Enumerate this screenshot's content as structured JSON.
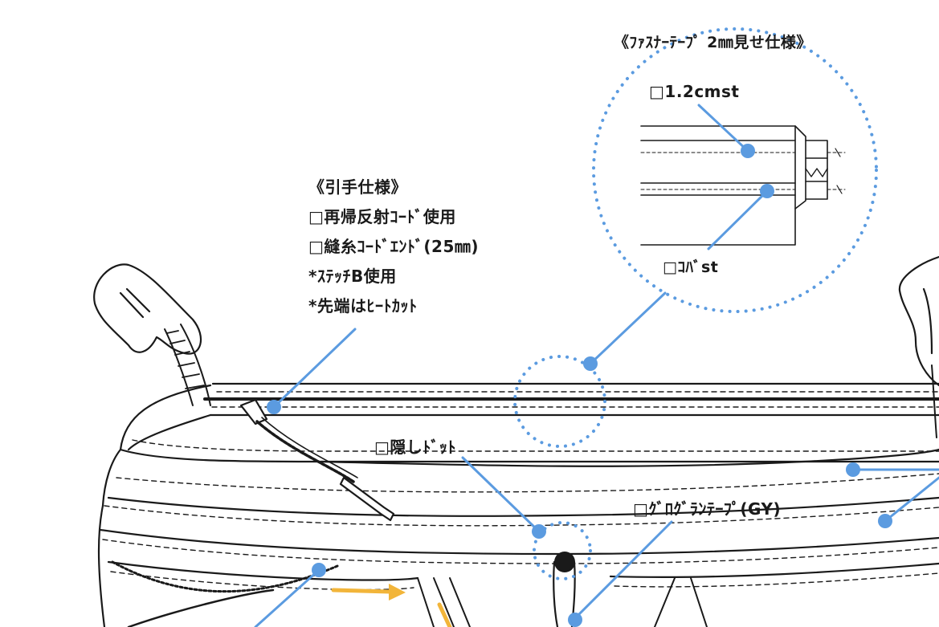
{
  "colors": {
    "callout_line": "#5b9be0",
    "callout_dot": "#5b9be0",
    "outline": "#1a1a1a",
    "arrow": "#f2b53a",
    "button": "#1a1a1a"
  },
  "zipper_detail": {
    "title": "《ﾌｧｽﾅｰﾃｰﾌﾟ 2㎜見せ仕様》",
    "stitch_top": "□1.2cmst",
    "stitch_bottom": "□ｺﾊﾞst"
  },
  "pull_spec": {
    "title": "《引手仕様》",
    "lines": [
      "□再帰反射ｺｰﾄﾞ使用",
      "□縫糸ｺｰﾄﾞｴﾝﾄﾞ(25㎜)",
      "*ｽﾃｯﾁB使用",
      "*先端はﾋｰﾄｶｯﾄ"
    ]
  },
  "callouts": {
    "hidden_dot": "□隠しﾄﾞｯﾄ",
    "grosgrain": "□ｸﾞﾛｸﾞﾗﾝﾃｰﾌﾟ(GY)"
  }
}
